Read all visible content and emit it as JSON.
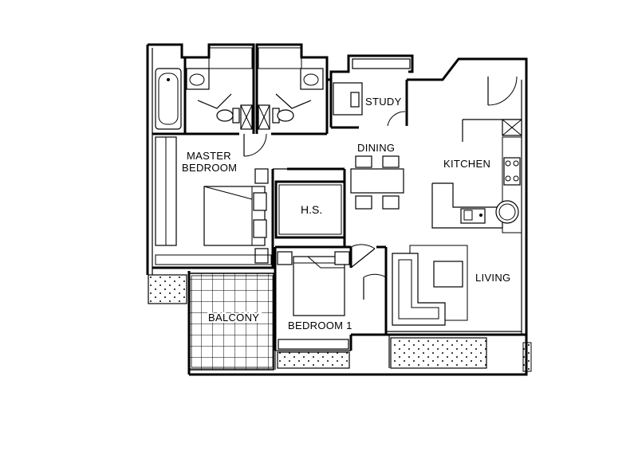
{
  "rooms": {
    "study": "STUDY",
    "dining": "DINING",
    "kitchen": "KITCHEN",
    "master_line1": "MASTER",
    "master_line2": "BEDROOM",
    "hs": "H.S.",
    "living": "LIVING",
    "balcony": "BALCONY",
    "bedroom1": "BEDROOM 1"
  }
}
